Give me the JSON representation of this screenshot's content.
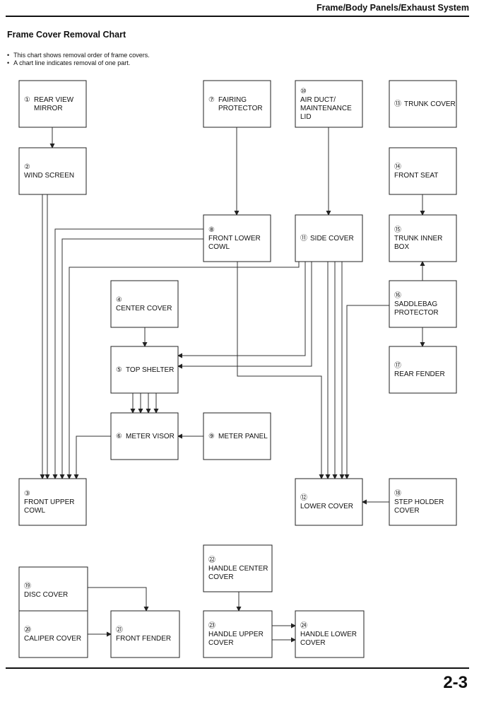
{
  "header": {
    "section_title": "Frame/Body Panels/Exhaust System"
  },
  "page_title": "Frame Cover Removal Chart",
  "notes": [
    "This chart shows removal order of frame covers.",
    "A chart line indicates removal of one part."
  ],
  "parts": [
    {
      "id": "rear-view-mirror",
      "num": "①",
      "lines": [
        "REAR VIEW",
        "MIRROR"
      ]
    },
    {
      "id": "wind-screen",
      "num": "②",
      "lines": [
        "WIND SCREEN"
      ]
    },
    {
      "id": "front-upper-cowl",
      "num": "③",
      "lines": [
        "FRONT UPPER",
        "COWL"
      ]
    },
    {
      "id": "center-cover",
      "num": "④",
      "lines": [
        "CENTER COVER"
      ]
    },
    {
      "id": "top-shelter",
      "num": "⑤",
      "lines": [
        "TOP SHELTER"
      ]
    },
    {
      "id": "meter-visor",
      "num": "⑥",
      "lines": [
        "METER VISOR"
      ]
    },
    {
      "id": "fairing-protector",
      "num": "⑦",
      "lines": [
        "FAIRING",
        "PROTECTOR"
      ]
    },
    {
      "id": "front-lower-cowl",
      "num": "⑧",
      "lines": [
        "FRONT LOWER",
        "COWL"
      ]
    },
    {
      "id": "meter-panel",
      "num": "⑨",
      "lines": [
        "METER PANEL"
      ]
    },
    {
      "id": "air-duct",
      "num": "⑩",
      "lines": [
        "AIR DUCT/",
        "MAINTENANCE",
        "LID"
      ]
    },
    {
      "id": "side-cover",
      "num": "⑪",
      "lines": [
        "SIDE COVER"
      ]
    },
    {
      "id": "lower-cover",
      "num": "⑫",
      "lines": [
        "LOWER COVER"
      ]
    },
    {
      "id": "trunk-cover",
      "num": "⑬",
      "lines": [
        "TRUNK COVER"
      ]
    },
    {
      "id": "front-seat",
      "num": "⑭",
      "lines": [
        "FRONT SEAT"
      ]
    },
    {
      "id": "trunk-inner-box",
      "num": "⑮",
      "lines": [
        "TRUNK INNER",
        "BOX"
      ]
    },
    {
      "id": "saddlebag-protector",
      "num": "⑯",
      "lines": [
        "SADDLEBAG",
        "PROTECTOR"
      ]
    },
    {
      "id": "rear-fender",
      "num": "⑰",
      "lines": [
        "REAR FENDER"
      ]
    },
    {
      "id": "step-holder-cover",
      "num": "⑱",
      "lines": [
        "STEP HOLDER",
        "COVER"
      ]
    },
    {
      "id": "disc-cover",
      "num": "⑲",
      "lines": [
        "DISC COVER"
      ]
    },
    {
      "id": "caliper-cover",
      "num": "⑳",
      "lines": [
        "CALIPER COVER"
      ]
    },
    {
      "id": "front-fender",
      "num": "㉑",
      "lines": [
        "FRONT FENDER"
      ]
    },
    {
      "id": "handle-center-cover",
      "num": "㉒",
      "lines": [
        "HANDLE CENTER",
        "COVER"
      ]
    },
    {
      "id": "handle-upper-cover",
      "num": "㉓",
      "lines": [
        "HANDLE UPPER",
        "COVER"
      ]
    },
    {
      "id": "handle-lower-cover",
      "num": "㉔",
      "lines": [
        "HANDLE LOWER",
        "COVER"
      ]
    }
  ],
  "page_number": "2-3"
}
